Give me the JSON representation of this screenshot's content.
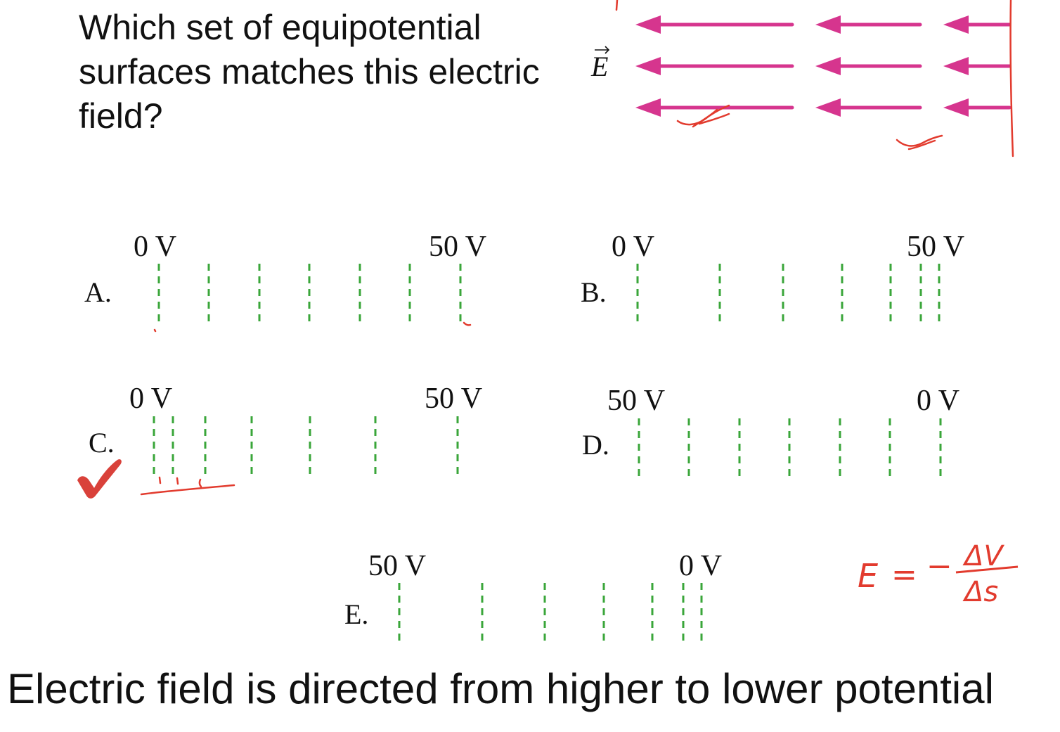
{
  "question": "Which set of equipotential surfaces matches this electric field?",
  "field_label": "E",
  "conclusion": "Electric field is directed from higher to lower potential",
  "colors": {
    "field_arrows": "#d6358e",
    "equipotentials": "#3aa63a",
    "annotations": "#e23b2e",
    "check_mark": "#d9413a",
    "text": "#111111"
  },
  "options": [
    {
      "letter": "A.",
      "left_label": "0 V",
      "right_label": "50 V",
      "spacing": "uniform",
      "line_count": 7
    },
    {
      "letter": "B.",
      "left_label": "0 V",
      "right_label": "50 V",
      "spacing": "denser toward right",
      "line_count": 7
    },
    {
      "letter": "C.",
      "left_label": "0 V",
      "right_label": "50 V",
      "spacing": "denser toward left",
      "line_count": 7
    },
    {
      "letter": "D.",
      "left_label": "50 V",
      "right_label": "0 V",
      "spacing": "uniform",
      "line_count": 7
    },
    {
      "letter": "E.",
      "left_label": "50 V",
      "right_label": "0 V",
      "spacing": "denser toward right",
      "line_count": 7
    }
  ],
  "annotations": {
    "checked_option": "C",
    "formula": {
      "lhs": "E",
      "equals": "=",
      "sign": "−",
      "numerator": "ΔV",
      "denominator": "Δs"
    }
  }
}
